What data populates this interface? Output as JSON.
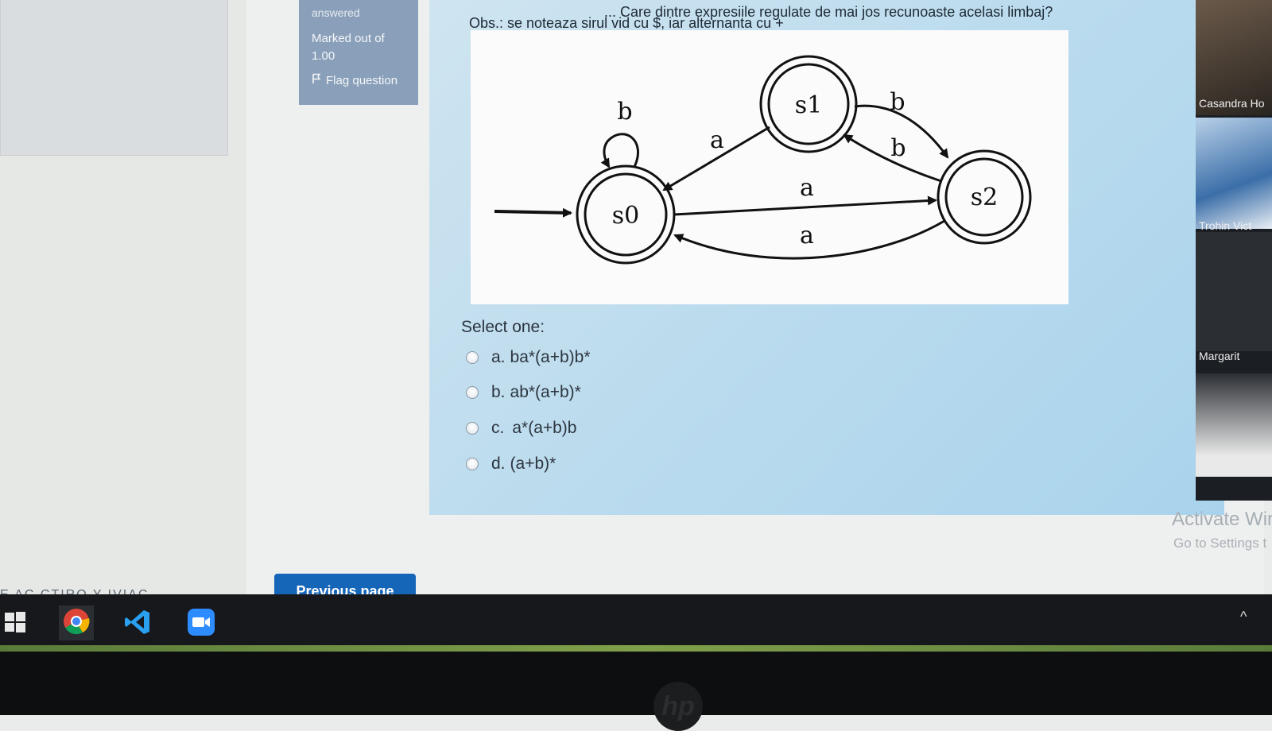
{
  "question_info": {
    "status": "answered",
    "marked": "Marked out of 1.00",
    "flag_label": "Flag question"
  },
  "question": {
    "text_top": "... Care dintre expresiile regulate de mai jos recunoaste acelasi limbaj?",
    "obs": "Obs.: se noteaza sirul vid cu $, iar alternanta cu +",
    "diagram": {
      "states": [
        "s0",
        "s1",
        "s2"
      ],
      "start_state": "s0",
      "accepting_states": [
        "s0",
        "s1",
        "s2"
      ],
      "transitions": [
        {
          "from": "s0",
          "to": "s0",
          "label": "b"
        },
        {
          "from": "s1",
          "to": "s0",
          "label": "a"
        },
        {
          "from": "s1",
          "to": "s2",
          "label": "b"
        },
        {
          "from": "s2",
          "to": "s1",
          "label": "b"
        },
        {
          "from": "s0",
          "to": "s2",
          "label": "a"
        },
        {
          "from": "s2",
          "to": "s0",
          "label": "a"
        }
      ]
    },
    "select_label": "Select one:",
    "options": [
      {
        "letter": "a.",
        "text": "ba*(a+b)b*"
      },
      {
        "letter": "b.",
        "text": "ab*(a+b)*"
      },
      {
        "letter": "c.",
        "text": "a*(a+b)b"
      },
      {
        "letter": "d.",
        "text": "(a+b)*"
      }
    ]
  },
  "participants": [
    "Casandra Ho",
    "Trohin Vict",
    "Margarit"
  ],
  "watermark": {
    "title": "Activate Wir",
    "subtitle": "Go to Settings t"
  },
  "nav": {
    "prev_label": "Previous page"
  },
  "footer_text": "E AC CTIRO Y IVIAC",
  "colors": {
    "panel": "#bcdcee",
    "info_box": "#8aa0ba",
    "button": "#1565b8",
    "taskbar": "#16181b"
  }
}
